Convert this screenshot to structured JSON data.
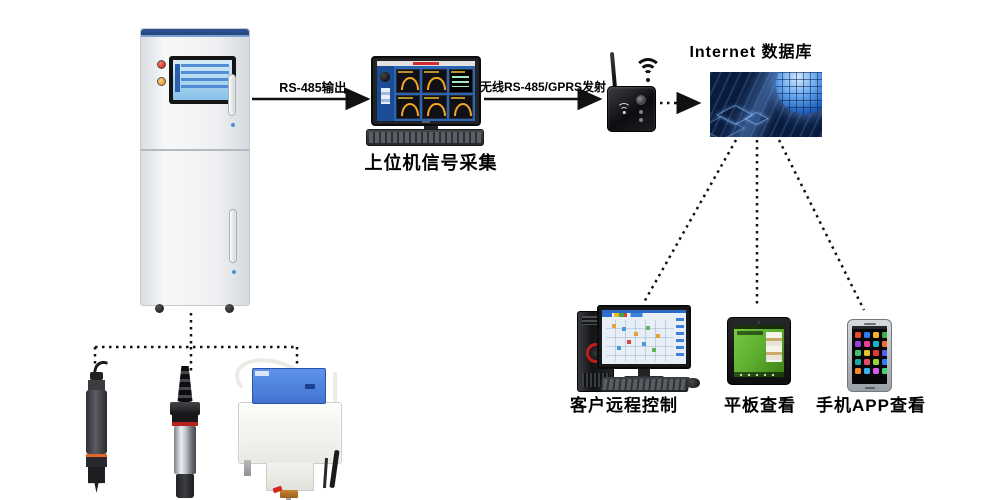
{
  "diagram": {
    "type": "system-architecture",
    "edges": {
      "rs485": "RS-485输出",
      "gprs": "无线RS-485/GPRS发射"
    },
    "nodes": {
      "internet_db": {
        "label": "Internet 数据库"
      },
      "host_pc": {
        "label": "上位机信号采集"
      },
      "remote_client": {
        "label": "客户远程控制"
      },
      "tablet": {
        "label": "平板查看"
      },
      "phone": {
        "label": "手机APP查看"
      }
    },
    "icons": {
      "wifi_signal": "wifi-arcs",
      "antenna": "rod-antenna",
      "internet": "network-globe"
    },
    "colors": {
      "line": "#111111",
      "cabinet_top_blue": "#24477e",
      "monitor_screen_blue": "#2a66b5",
      "gauge_orange": "#f5a623",
      "globe_bg": "#0a1c3e",
      "tablet_green": "#5aab2e",
      "tower_ring_red": "#c21d1d",
      "sampler_lid_blue": "#4273d2",
      "probe_ring_orange": "#e0662a",
      "valve_red": "#d2281e"
    }
  }
}
